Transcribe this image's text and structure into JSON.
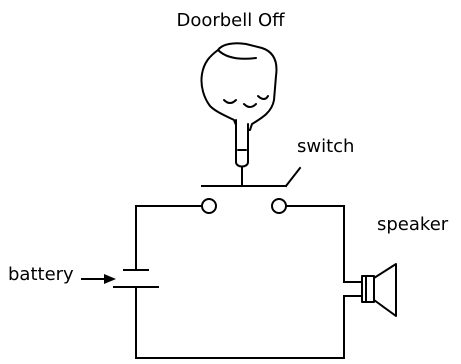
{
  "title": "Doorbell Off",
  "labels": {
    "switch": "switch",
    "speaker": "speaker",
    "battery": "battery"
  },
  "diagram": {
    "state": "off",
    "components": [
      "battery",
      "switch",
      "speaker"
    ],
    "switch_position": "open",
    "icons": [
      "pointing-hand-icon",
      "battery-symbol",
      "switch-symbol",
      "speaker-icon"
    ]
  },
  "colors": {
    "stroke": "#000000",
    "background": "#ffffff"
  }
}
